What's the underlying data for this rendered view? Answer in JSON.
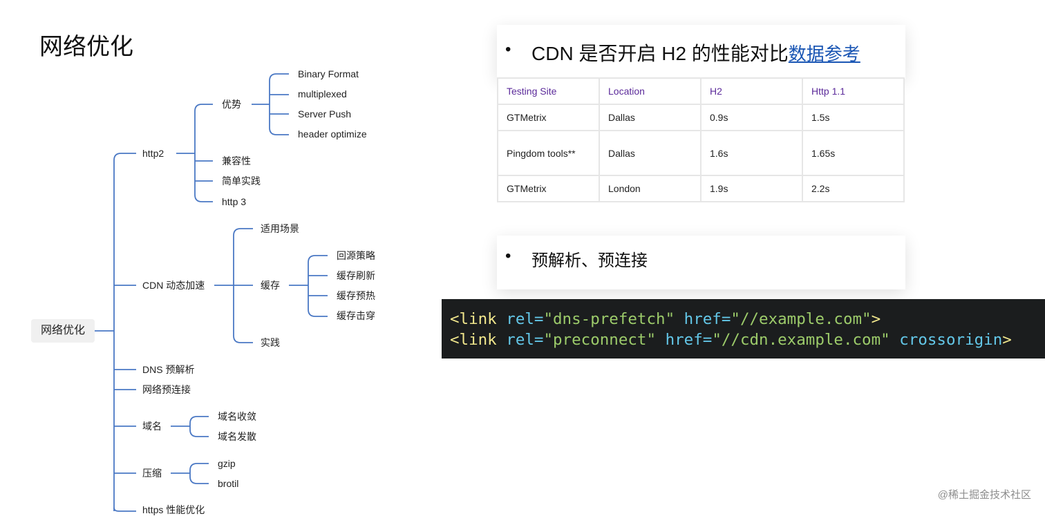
{
  "slide": {
    "title": "网络优化"
  },
  "mindmap": {
    "root": "网络优化",
    "http2": {
      "label": "http2",
      "advantage": {
        "label": "优势",
        "items": [
          "Binary Format",
          "multiplexed",
          "Server Push",
          "header optimize"
        ]
      },
      "compat": "兼容性",
      "practice": "简单实践",
      "http3": "http 3"
    },
    "cdn": {
      "label": "CDN 动态加速",
      "scene": "适用场景",
      "cache": {
        "label": "缓存",
        "items": [
          "回源策略",
          "缓存刷新",
          "缓存预热",
          "缓存击穿"
        ]
      },
      "practice": "实践"
    },
    "dns": "DNS 预解析",
    "preconnect": "网络预连接",
    "domain": {
      "label": "域名",
      "items": [
        "域名收敛",
        "域名发散"
      ]
    },
    "compress": {
      "label": "压缩",
      "items": [
        "gzip",
        "brotil"
      ]
    },
    "https": "https 性能优化"
  },
  "card1": {
    "bullet": "•",
    "text": "CDN 是否开启 H2 的性能对比",
    "link": "数据参考"
  },
  "table": {
    "headers": [
      "Testing Site",
      "Location",
      "H2",
      "Http 1.1"
    ],
    "rows": [
      [
        "GTMetrix",
        "Dallas",
        "0.9s",
        "1.5s"
      ],
      [
        "Pingdom tools**",
        "Dallas",
        "1.6s",
        "1.65s"
      ],
      [
        "GTMetrix",
        "London",
        "1.9s",
        "2.2s"
      ]
    ]
  },
  "card2": {
    "bullet": "•",
    "text": "预解析、预连接"
  },
  "code": {
    "line1": {
      "tag": "<link",
      "attr1": "rel=",
      "val1": "\"dns-prefetch\"",
      "attr2": "href=",
      "val2": "\"//example.com\"",
      "end": ">"
    },
    "line2": {
      "tag": "<link",
      "attr1": "rel=",
      "val1": "\"preconnect\"",
      "attr2": "href=",
      "val2": "\"//cdn.example.com\"",
      "attr3": "crossorigin",
      "end": ">"
    }
  },
  "watermark": "@稀土掘金技术社区",
  "colors": {
    "tree_line": "#4a78c4",
    "table_header": "#5b2a9a",
    "link": "#1a56b4",
    "code_bg": "#1b1d1e"
  }
}
